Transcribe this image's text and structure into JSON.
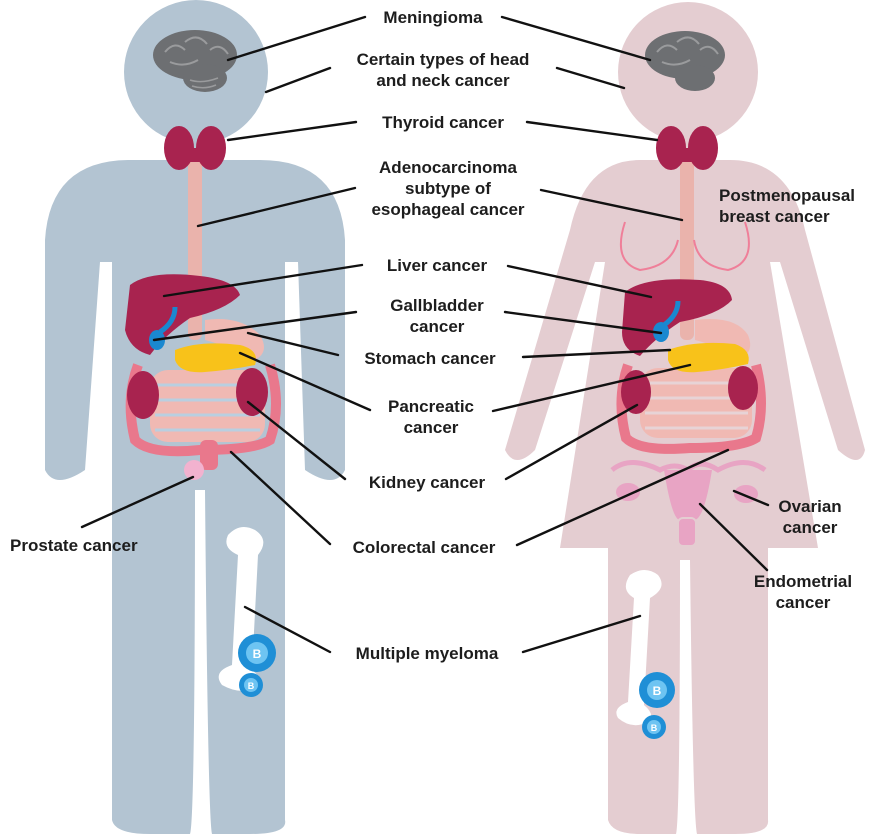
{
  "colors": {
    "male_body": "#b3c4d2",
    "female_body": "#e4cdd1",
    "brain": "#6d6f72",
    "thyroid": "#a8234f",
    "liver": "#a8234f",
    "kidney": "#a8234f",
    "gallbladder": "#1a88d0",
    "pancreas": "#f8c21a",
    "intestine": "#f0b9b3",
    "colon": "#e9788c",
    "prostate": "#f2b2cf",
    "uterus": "#e8a4c4",
    "bone": "#ffffff",
    "cell": "#1f8fd6",
    "leader_line": "#111111"
  },
  "labels": {
    "meningioma": "Meningioma",
    "head_neck_1": "Certain types of head",
    "head_neck_2": "and neck cancer",
    "thyroid": "Thyroid cancer",
    "adeno_1": "Adenocarcinoma",
    "adeno_2": "subtype of",
    "adeno_3": "esophageal cancer",
    "breast_1": "Postmenopausal",
    "breast_2": "breast cancer",
    "liver": "Liver cancer",
    "gallbladder_1": "Gallbladder",
    "gallbladder_2": "cancer",
    "stomach": "Stomach cancer",
    "pancreatic_1": "Pancreatic",
    "pancreatic_2": "cancer",
    "kidney": "Kidney cancer",
    "prostate": "Prostate cancer",
    "colorectal": "Colorectal cancer",
    "ovarian_1": "Ovarian",
    "ovarian_2": "cancer",
    "endometrial_1": "Endometrial",
    "endometrial_2": "cancer",
    "myeloma": "Multiple myeloma",
    "cell_letter": "B"
  }
}
